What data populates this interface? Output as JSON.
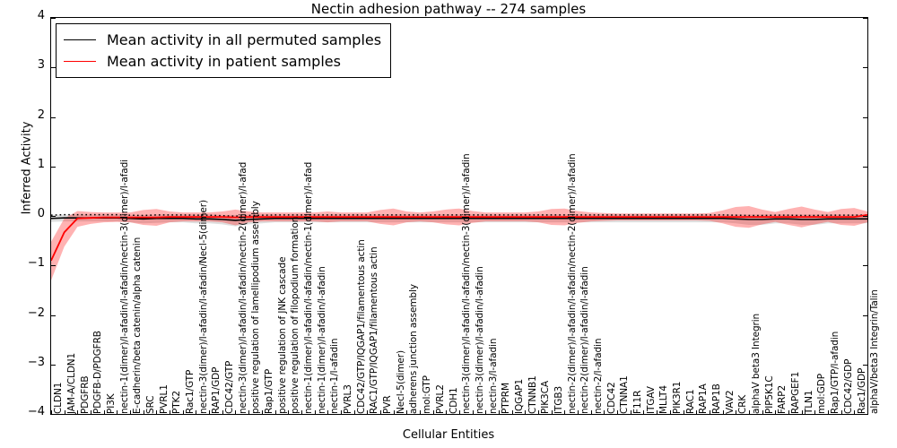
{
  "chart_data": {
    "type": "line",
    "title": "Nectin adhesion pathway -- 274 samples",
    "xlabel": "Cellular Entities",
    "ylabel": "Inferred Activity",
    "ylim": [
      -4,
      4
    ],
    "yticks": [
      -4,
      -3,
      -2,
      -1,
      0,
      1,
      2,
      3,
      4
    ],
    "grid": false,
    "legend_position": "upper left",
    "legend": [
      {
        "name": "Mean activity in all permuted samples",
        "color": "#000000"
      },
      {
        "name": "Mean activity in patient samples",
        "color": "#ff0000"
      }
    ],
    "categories": [
      "CLDN1",
      "JAM-A/CLDN1",
      "PDGFRB",
      "PDGFB-D/PDGFRB",
      "PI3K",
      "nectin-1(dimer)/l-afadin/l-afadin/nectin-3(dimer)/l-afadi",
      "E-cadherin/beta catenin/alpha catenin",
      "SRC",
      "PVRL1",
      "PTK2",
      "Rac1/GTP",
      "nectin-3(dimer)/l-afadin/l-afadin/Necl-5(dimer)",
      "RAP1/GDP",
      "CDC42/GTP",
      "nectin-3(dimer)/l-afadin/l-afadin/nectin-2(dimer)/l-afad",
      "positive regulation of lamellipodium assembly",
      "Rap1/GTP",
      "positive regulation of JNK cascade",
      "positive regulation of filopodium formation",
      "nectin-1(dimer)/l-afadin/l-afadin/nectin-1(dimer)/l-afad",
      "nectin-1(dimer)/l-afadin/l-afadin",
      "nectin-1/l-afadin",
      "PVRL3",
      "CDC42/GTP/IQGAP1/filamentous actin",
      "RAC1/GTP/IQGAP1/filamentous actin",
      "PVR",
      "Necl-5(dimer)",
      "adherens junction assembly",
      "mol:GTP",
      "PVRL2",
      "CDH1",
      "nectin-3(dimer)/l-afadin/l-afadin/nectin-3(dimer)/l-afadin",
      "nectin-3(dimer)/l-afadin/l-afadin",
      "nectin-3/l-afadin",
      "PTPRM",
      "IQGAP1",
      "CTNNB1",
      "PIK3CA",
      "ITGB3",
      "nectin-2(dimer)/l-afadin/l-afadin/nectin-2(dimer)/l-afadin",
      "nectin-2(dimer)/l-afadin/l-afadin",
      "nectin-2/l-afadin",
      "CDC42",
      "CTNNA1",
      "F11R",
      "ITGAV",
      "MLLT4",
      "PIK3R1",
      "RAC1",
      "RAP1A",
      "RAP1B",
      "VAV2",
      "CRK",
      "alphaV beta3 Integrin",
      "PIP5K1C",
      "FARP2",
      "RAPGEF1",
      "TLN1",
      "mol:GDP",
      "Rap1/GTP/l-afadin",
      "CDC42/GDP",
      "Rac1/GDP",
      "alphaV/beta3 Integrin/Talin"
    ],
    "series": [
      {
        "name": "Mean activity in all permuted samples",
        "color": "#000000",
        "style": "dotted-over-solid",
        "values": [
          -0.05,
          -0.04,
          -0.04,
          -0.04,
          -0.04,
          -0.04,
          -0.05,
          -0.06,
          -0.05,
          -0.05,
          -0.05,
          -0.06,
          -0.06,
          -0.07,
          -0.09,
          -0.07,
          -0.06,
          -0.05,
          -0.05,
          -0.05,
          -0.05,
          -0.05,
          -0.05,
          -0.05,
          -0.05,
          -0.05,
          -0.05,
          -0.05,
          -0.05,
          -0.05,
          -0.05,
          -0.05,
          -0.05,
          -0.05,
          -0.05,
          -0.05,
          -0.05,
          -0.05,
          -0.05,
          -0.05,
          -0.05,
          -0.05,
          -0.05,
          -0.05,
          -0.05,
          -0.05,
          -0.05,
          -0.05,
          -0.05,
          -0.05,
          -0.05,
          -0.05,
          -0.06,
          -0.07,
          -0.07,
          -0.06,
          -0.06,
          -0.07,
          -0.07,
          -0.06,
          -0.06,
          -0.06,
          -0.06
        ],
        "band_lower": [
          -0.12,
          -0.11,
          -0.11,
          -0.11,
          -0.11,
          -0.11,
          -0.13,
          -0.15,
          -0.14,
          -0.13,
          -0.13,
          -0.15,
          -0.15,
          -0.17,
          -0.21,
          -0.17,
          -0.15,
          -0.13,
          -0.13,
          -0.13,
          -0.13,
          -0.13,
          -0.13,
          -0.13,
          -0.13,
          -0.13,
          -0.13,
          -0.13,
          -0.13,
          -0.13,
          -0.13,
          -0.13,
          -0.13,
          -0.13,
          -0.13,
          -0.13,
          -0.13,
          -0.13,
          -0.13,
          -0.13,
          -0.13,
          -0.13,
          -0.13,
          -0.13,
          -0.13,
          -0.13,
          -0.13,
          -0.13,
          -0.13,
          -0.13,
          -0.13,
          -0.13,
          -0.15,
          -0.18,
          -0.18,
          -0.15,
          -0.15,
          -0.18,
          -0.18,
          -0.15,
          -0.15,
          -0.15,
          -0.15
        ],
        "band_upper": [
          0.02,
          0.03,
          0.03,
          0.03,
          0.03,
          0.03,
          0.02,
          0.02,
          0.03,
          0.03,
          0.03,
          0.03,
          0.03,
          0.02,
          0.02,
          0.03,
          0.03,
          0.03,
          0.03,
          0.03,
          0.03,
          0.03,
          0.03,
          0.03,
          0.03,
          0.03,
          0.03,
          0.03,
          0.03,
          0.03,
          0.03,
          0.03,
          0.03,
          0.03,
          0.03,
          0.03,
          0.03,
          0.03,
          0.03,
          0.03,
          0.03,
          0.03,
          0.03,
          0.03,
          0.03,
          0.03,
          0.03,
          0.03,
          0.03,
          0.03,
          0.03,
          0.03,
          0.03,
          0.03,
          0.03,
          0.03,
          0.03,
          0.03,
          0.03,
          0.03,
          0.03,
          0.03,
          0.03
        ]
      },
      {
        "name": "Mean activity in patient samples",
        "color": "#ff0000",
        "style": "solid",
        "values": [
          -0.9,
          -0.33,
          -0.05,
          -0.04,
          -0.03,
          -0.03,
          -0.03,
          -0.03,
          -0.03,
          -0.02,
          -0.02,
          -0.02,
          -0.02,
          -0.02,
          -0.03,
          -0.02,
          -0.02,
          -0.02,
          -0.02,
          -0.02,
          -0.02,
          -0.02,
          -0.02,
          -0.02,
          -0.02,
          -0.02,
          -0.02,
          -0.02,
          -0.02,
          -0.02,
          -0.02,
          -0.02,
          -0.02,
          -0.02,
          -0.02,
          -0.02,
          -0.02,
          -0.02,
          -0.02,
          -0.02,
          -0.02,
          -0.02,
          -0.02,
          -0.02,
          -0.02,
          -0.02,
          -0.02,
          -0.02,
          -0.02,
          -0.02,
          -0.02,
          -0.02,
          -0.02,
          -0.02,
          -0.02,
          -0.02,
          -0.02,
          -0.02,
          -0.02,
          -0.02,
          -0.02,
          -0.02,
          0.02
        ],
        "band_lower": [
          -1.3,
          -0.62,
          -0.22,
          -0.16,
          -0.13,
          -0.12,
          -0.13,
          -0.18,
          -0.2,
          -0.13,
          -0.11,
          -0.11,
          -0.11,
          -0.13,
          -0.19,
          -0.13,
          -0.11,
          -0.11,
          -0.11,
          -0.11,
          -0.11,
          -0.13,
          -0.11,
          -0.11,
          -0.11,
          -0.16,
          -0.19,
          -0.13,
          -0.11,
          -0.13,
          -0.17,
          -0.19,
          -0.14,
          -0.11,
          -0.11,
          -0.11,
          -0.11,
          -0.13,
          -0.18,
          -0.19,
          -0.14,
          -0.11,
          -0.1,
          -0.09,
          -0.09,
          -0.09,
          -0.09,
          -0.09,
          -0.09,
          -0.09,
          -0.1,
          -0.15,
          -0.22,
          -0.24,
          -0.17,
          -0.12,
          -0.18,
          -0.23,
          -0.17,
          -0.12,
          -0.18,
          -0.2,
          -0.13
        ],
        "band_upper": [
          -0.52,
          -0.05,
          0.1,
          0.08,
          0.07,
          0.07,
          0.07,
          0.12,
          0.14,
          0.09,
          0.07,
          0.07,
          0.07,
          0.09,
          0.13,
          0.09,
          0.07,
          0.07,
          0.07,
          0.07,
          0.07,
          0.09,
          0.07,
          0.07,
          0.07,
          0.12,
          0.15,
          0.09,
          0.07,
          0.09,
          0.13,
          0.15,
          0.1,
          0.07,
          0.07,
          0.07,
          0.07,
          0.09,
          0.14,
          0.15,
          0.1,
          0.07,
          0.06,
          0.05,
          0.05,
          0.05,
          0.05,
          0.05,
          0.05,
          0.05,
          0.06,
          0.11,
          0.18,
          0.2,
          0.13,
          0.08,
          0.14,
          0.19,
          0.13,
          0.08,
          0.14,
          0.16,
          0.09
        ]
      }
    ]
  }
}
